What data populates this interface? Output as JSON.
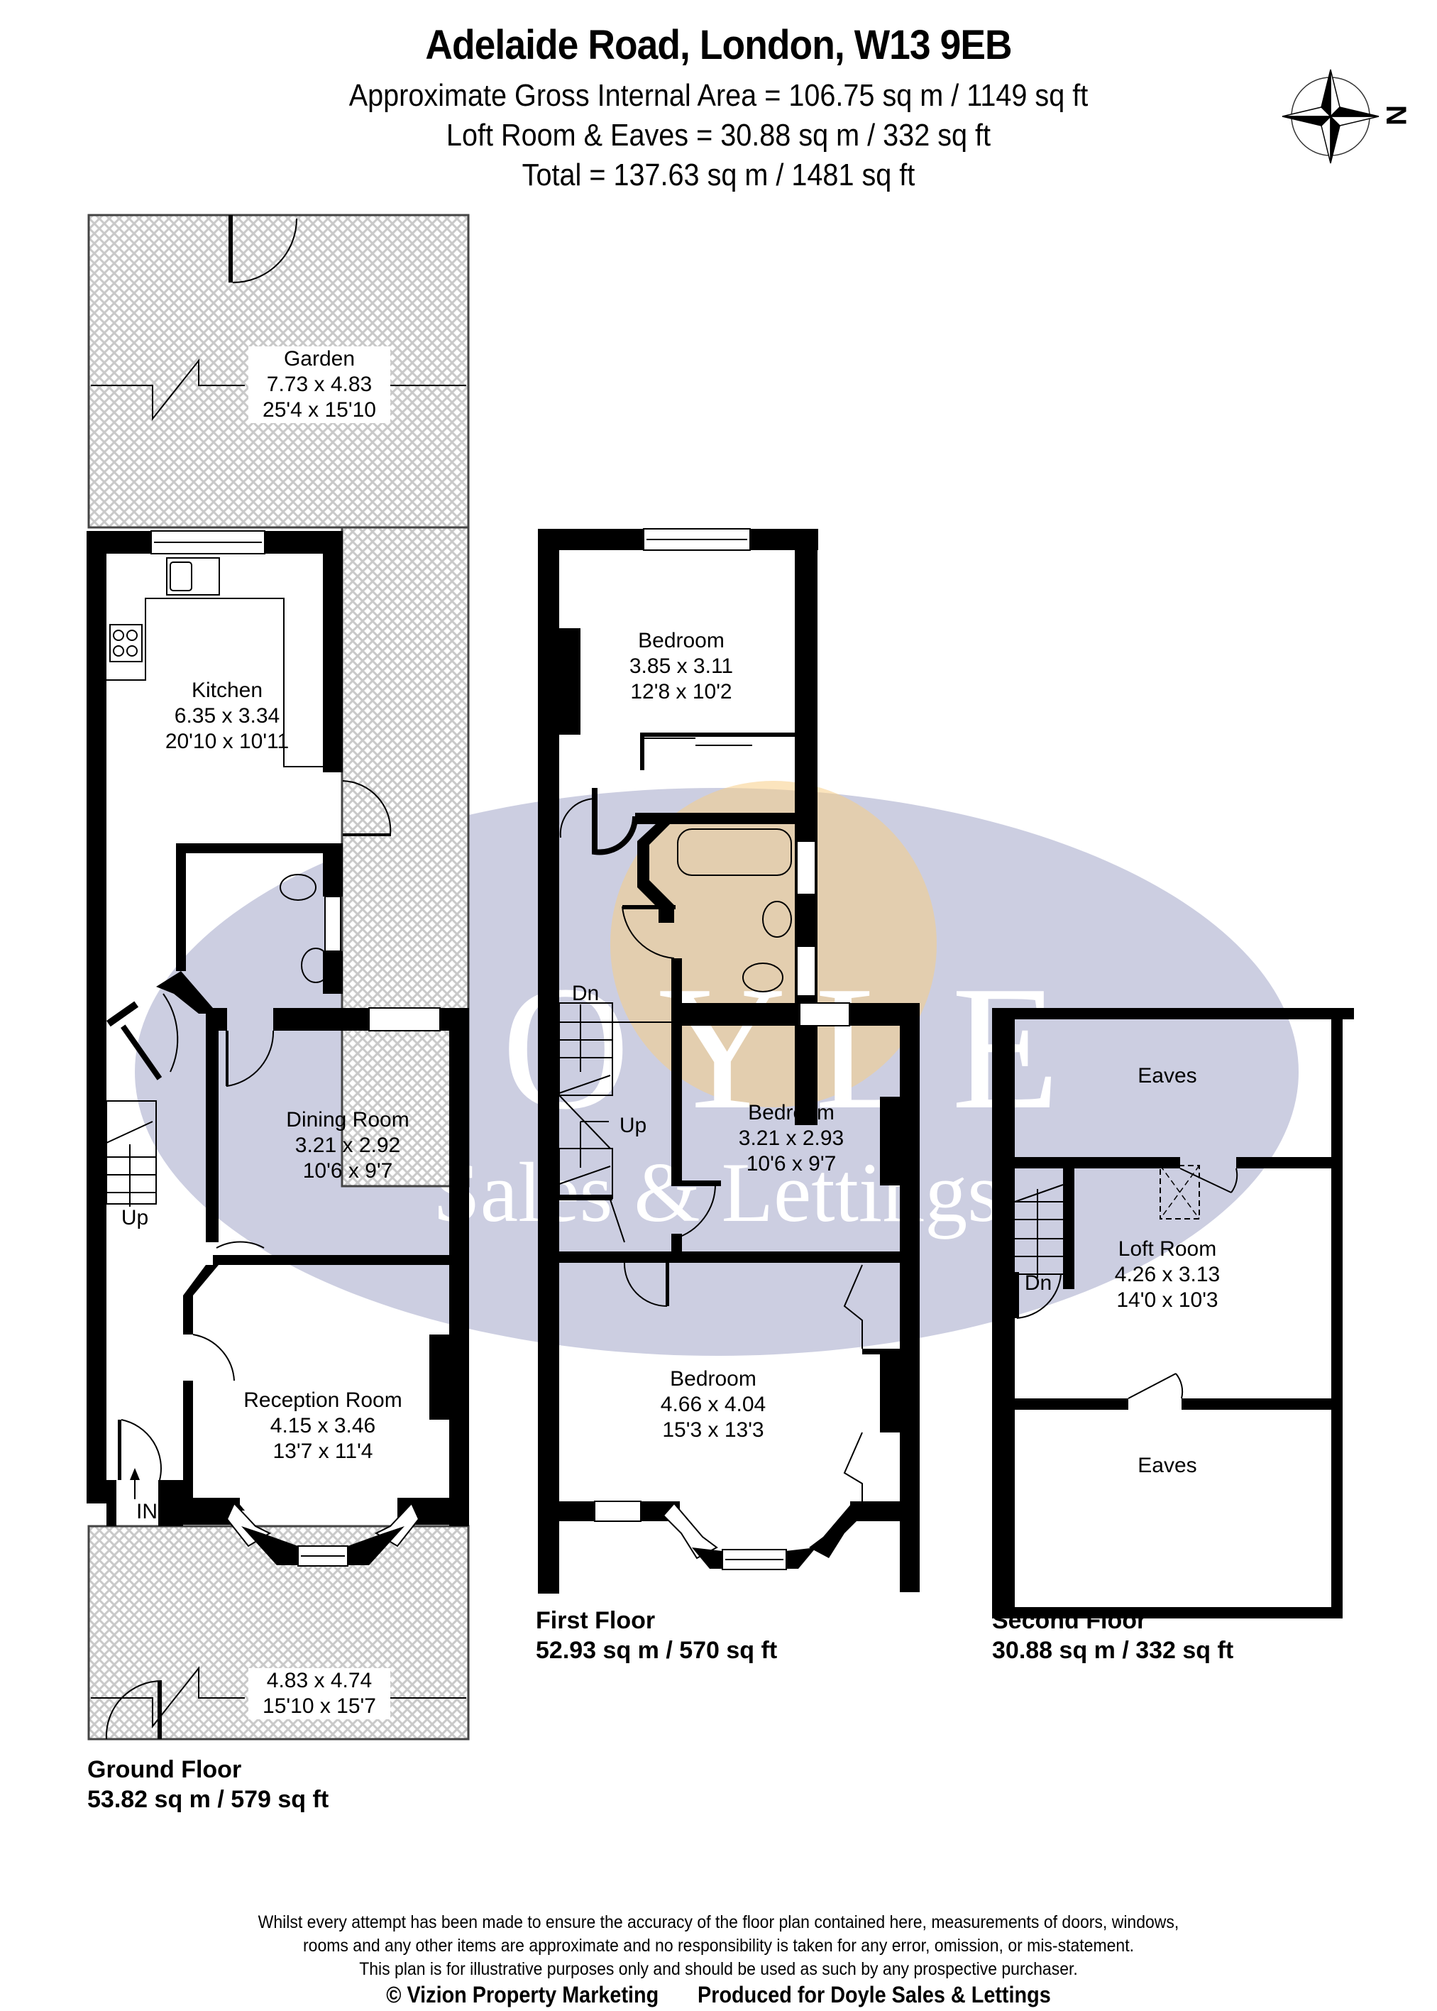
{
  "header": {
    "title": "Adelaide Road, London, W13 9EB",
    "gross_internal_area": "Approximate Gross Internal Area = 106.75 sq m / 1149 sq ft",
    "loft_area": "Loft Room & Eaves = 30.88 sq m / 332 sq ft",
    "total_area": "Total = 137.63 sq m / 1481 sq ft"
  },
  "compass": {
    "icon": "compass-rose-icon",
    "direction_label": "N"
  },
  "watermark": {
    "brand": "DOYLE",
    "tagline": "Sales & Lettings",
    "fill": "#c7c9de",
    "accent": "#f5c97a"
  },
  "colors": {
    "wall": "#000000",
    "garden_hatch": "#c9c9c9",
    "background": "#ffffff"
  },
  "floors": {
    "ground": {
      "name": "Ground Floor",
      "area": "53.82 sq m / 579 sq ft",
      "rooms": [
        {
          "name": "Garden",
          "metric": "7.73 x 4.83",
          "imperial": "25'4 x 15'10"
        },
        {
          "name": "Kitchen",
          "metric": "6.35 x 3.34",
          "imperial": "20'10 x 10'11"
        },
        {
          "name": "Dining Room",
          "metric": "3.21 x 2.92",
          "imperial": "10'6 x 9'7"
        },
        {
          "name": "Reception Room",
          "metric": "4.15 x 3.46",
          "imperial": "13'7 x 11'4"
        },
        {
          "name": "",
          "metric": "4.83 x 4.74",
          "imperial": "15'10 x 15'7"
        }
      ],
      "stairs_label": "Up",
      "entrance_label": "IN"
    },
    "first": {
      "name": "First Floor",
      "area": "52.93 sq m / 570 sq ft",
      "rooms": [
        {
          "name": "Bedroom",
          "metric": "3.85 x 3.11",
          "imperial": "12'8 x 10'2"
        },
        {
          "name": "Bedroom",
          "metric": "3.21 x 2.93",
          "imperial": "10'6 x 9'7"
        },
        {
          "name": "Bedroom",
          "metric": "4.66 x 4.04",
          "imperial": "15'3 x 13'3"
        }
      ],
      "stairs_down_label": "Dn",
      "stairs_up_label": "Up"
    },
    "second": {
      "name": "Second Floor",
      "area": "30.88 sq m / 332 sq ft",
      "rooms": [
        {
          "name": "Eaves",
          "metric": "",
          "imperial": ""
        },
        {
          "name": "Loft Room",
          "metric": "4.26 x 3.13",
          "imperial": "14'0 x 10'3"
        },
        {
          "name": "Eaves",
          "metric": "",
          "imperial": ""
        }
      ],
      "stairs_label": "Dn"
    }
  },
  "footer": {
    "disclaimer": [
      "Whilst every attempt has been made to ensure the accuracy of the floor plan contained here, measurements of doors, windows,",
      "rooms and any other items are approximate and no responsibility is taken for any error, omission, or mis-statement.",
      "This plan is for illustrative purposes only and should be used as such by any prospective purchaser."
    ],
    "copyright": "© Vizion Property Marketing",
    "produced_for": "Produced for Doyle Sales & Lettings"
  }
}
